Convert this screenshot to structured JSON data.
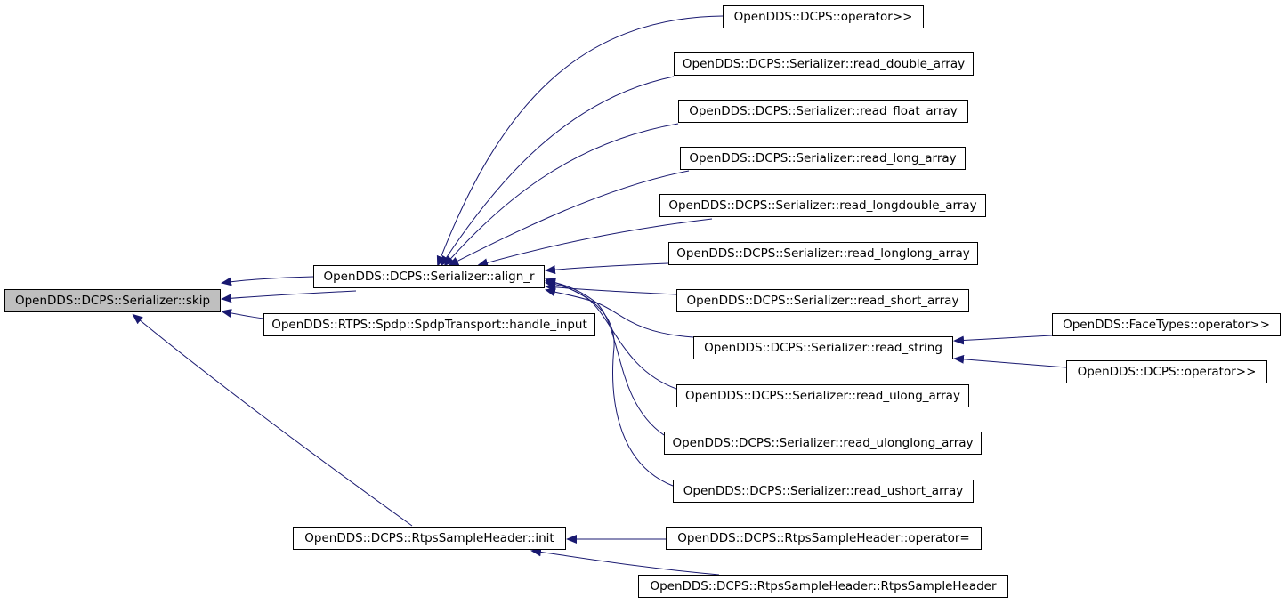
{
  "diagram": {
    "colors": {
      "edge": "#191970",
      "root_fill": "#bfbfbf",
      "node_fill": "#ffffff",
      "border": "#000000"
    },
    "nodes": {
      "skip": "OpenDDS::DCPS::Serializer::skip",
      "align_r": "OpenDDS::DCPS::Serializer::align_r",
      "handle_input": "OpenDDS::RTPS::Spdp::SpdpTransport::handle_input",
      "rtps_init": "OpenDDS::DCPS::RtpsSampleHeader::init",
      "op_shift_1": "OpenDDS::DCPS::operator>>",
      "read_double_array": "OpenDDS::DCPS::Serializer::read_double_array",
      "read_float_array": "OpenDDS::DCPS::Serializer::read_float_array",
      "read_long_array": "OpenDDS::DCPS::Serializer::read_long_array",
      "read_longdouble_array": "OpenDDS::DCPS::Serializer::read_longdouble_array",
      "read_longlong_array": "OpenDDS::DCPS::Serializer::read_longlong_array",
      "read_short_array": "OpenDDS::DCPS::Serializer::read_short_array",
      "read_string": "OpenDDS::DCPS::Serializer::read_string",
      "read_ulong_array": "OpenDDS::DCPS::Serializer::read_ulong_array",
      "read_ulonglong_array": "OpenDDS::DCPS::Serializer::read_ulonglong_array",
      "read_ushort_array": "OpenDDS::DCPS::Serializer::read_ushort_array",
      "rtps_operator_assign": "OpenDDS::DCPS::RtpsSampleHeader::operator=",
      "rtps_ctor": "OpenDDS::DCPS::RtpsSampleHeader::RtpsSampleHeader",
      "facetypes_op": "OpenDDS::FaceTypes::operator>>",
      "op_shift_2": "OpenDDS::DCPS::operator>>"
    }
  }
}
